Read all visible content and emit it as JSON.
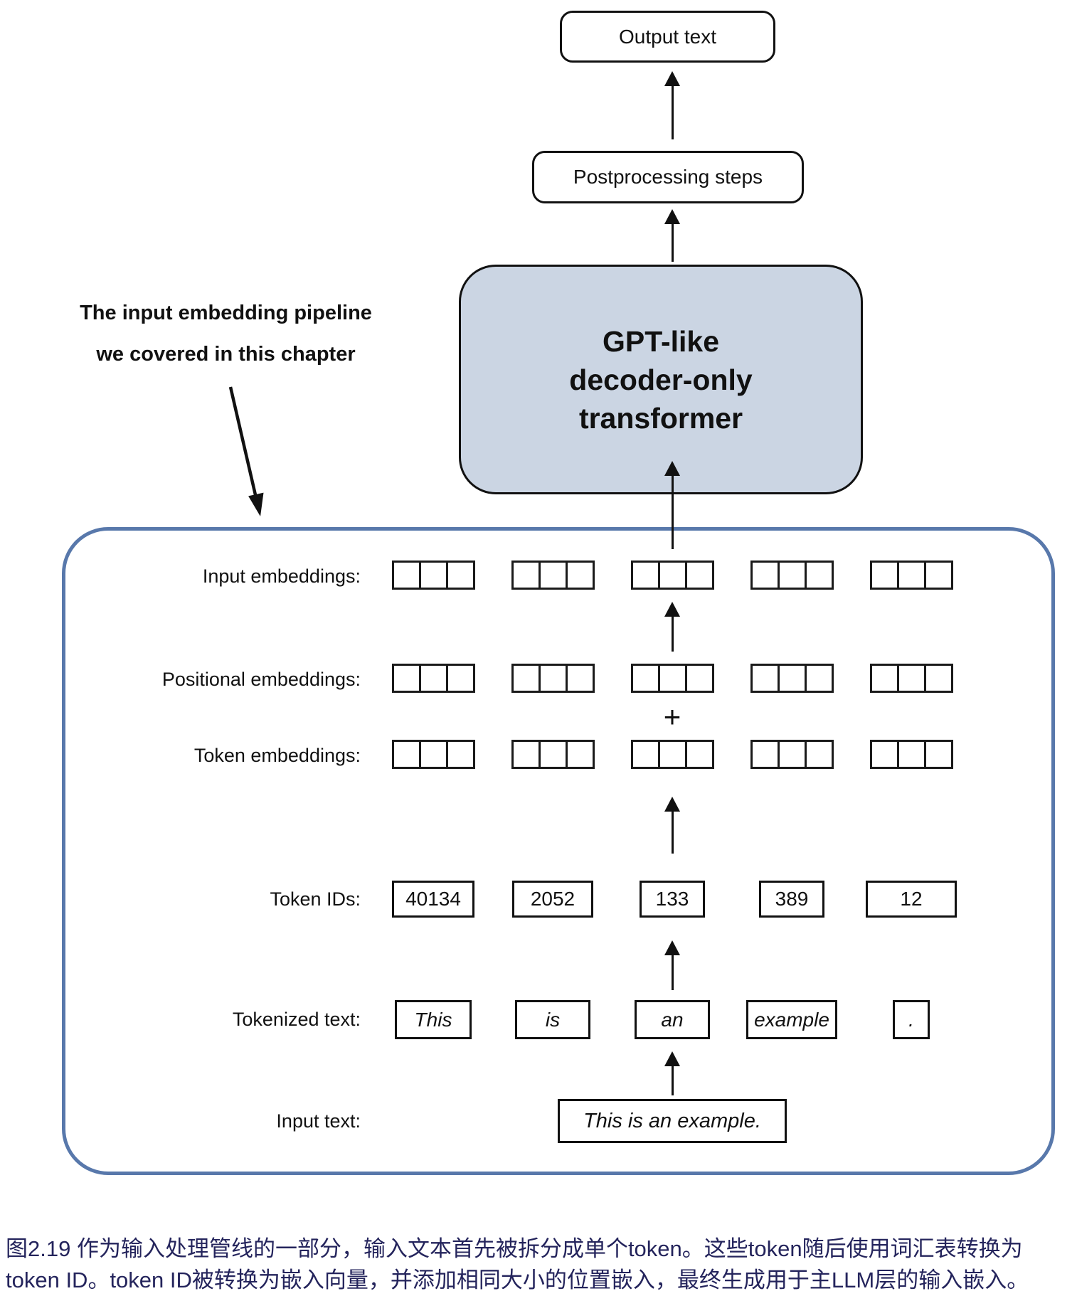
{
  "colors": {
    "gpt_box_fill": "#cbd5e3",
    "container_border": "#5878ab",
    "caption_text": "#24245c",
    "diagram_ink": "#111111"
  },
  "flow": {
    "output_box_label": "Output text",
    "postprocessing_box_label": "Postprocessing steps",
    "gpt_box_lines": [
      "GPT-like",
      "decoder-only",
      "transformer"
    ]
  },
  "annotation": {
    "line1": "The input embedding pipeline",
    "line2": "we covered in this chapter"
  },
  "pipeline": {
    "groups": 5,
    "squares_per_group": 3,
    "plus_sign": "+",
    "rows": [
      {
        "id": "input_embeddings",
        "label": "Input embeddings:",
        "type": "squares"
      },
      {
        "id": "positional_embeddings",
        "label": "Positional embeddings:",
        "type": "squares"
      },
      {
        "id": "token_embeddings",
        "label": "Token embeddings:",
        "type": "squares"
      },
      {
        "id": "token_ids",
        "label": "Token IDs:",
        "type": "boxes",
        "values": [
          "40134",
          "2052",
          "133",
          "389",
          "12"
        ]
      },
      {
        "id": "tokenized_text",
        "label": "Tokenized text:",
        "type": "boxes",
        "values": [
          "This",
          "is",
          "an",
          "example",
          "."
        ]
      },
      {
        "id": "input_text",
        "label": "Input text:",
        "type": "single_box",
        "value": "This is an example."
      }
    ]
  },
  "caption": {
    "line1": "图2.19 作为输入处理管线的一部分，输入文本首先被拆分成单个token。这些token随后使用词汇表转换为",
    "line2": "token ID。token ID被转换为嵌入向量，并添加相同大小的位置嵌入，最终生成用于主LLM层的输入嵌入。"
  }
}
